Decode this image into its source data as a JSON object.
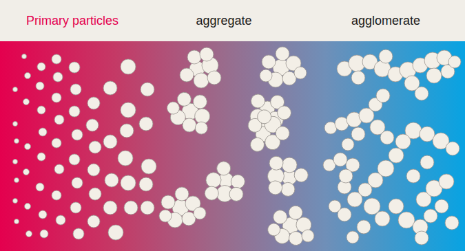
{
  "diagram": {
    "labels": [
      "Primary particles",
      "aggregate",
      "agglomerate"
    ]
  }
}
